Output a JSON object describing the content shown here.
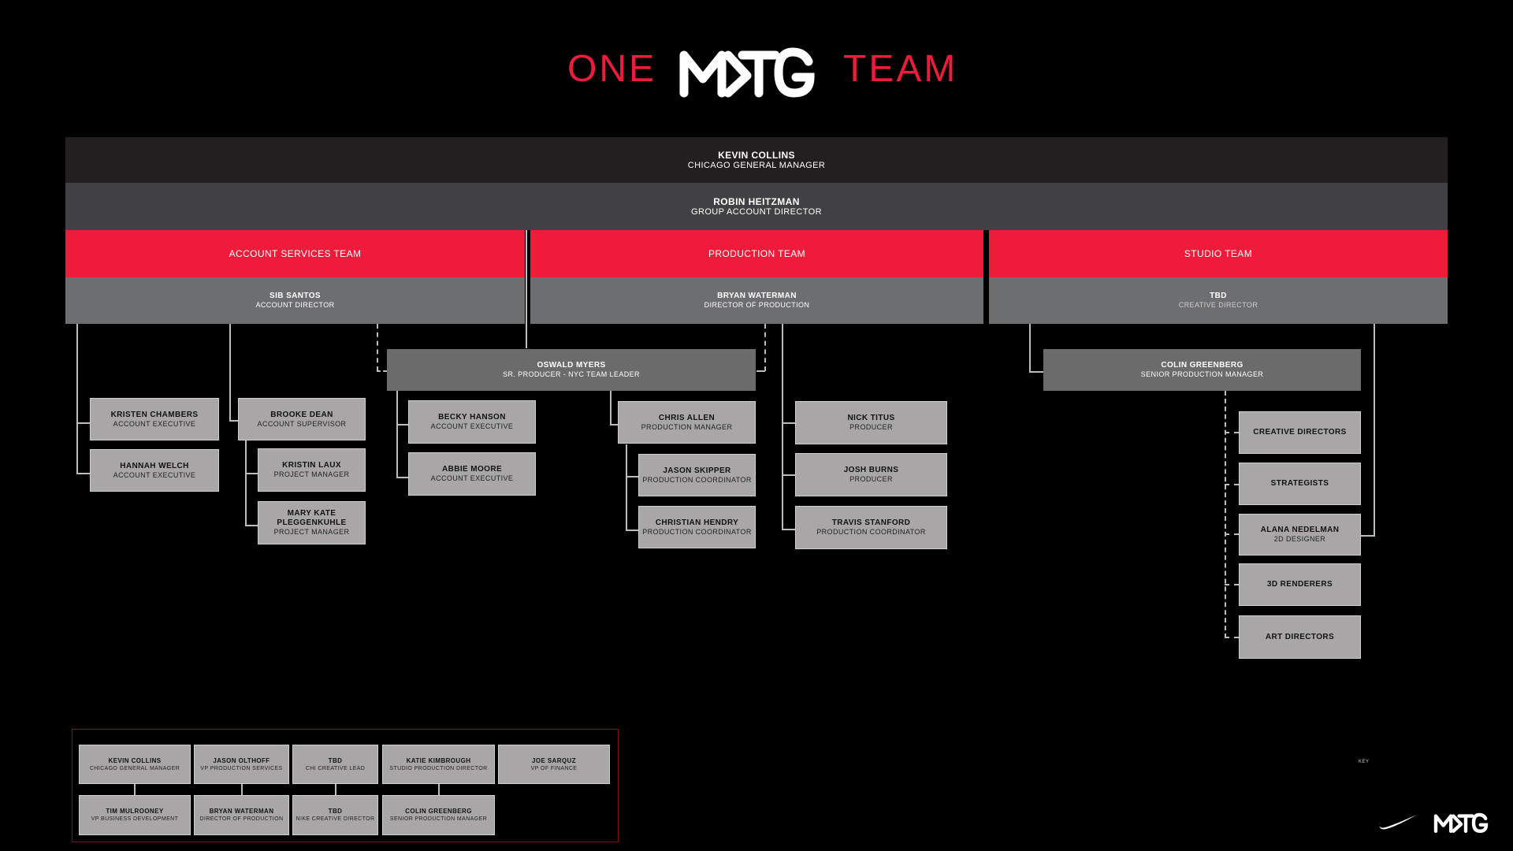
{
  "header": {
    "left": "ONE",
    "logo": "MKTG",
    "right": "TEAM"
  },
  "top": [
    {
      "name": "KEVIN COLLINS",
      "role": "CHICAGO GENERAL MANAGER"
    },
    {
      "name": "ROBIN HEITZMAN",
      "role": "GROUP ACCOUNT DIRECTOR"
    }
  ],
  "teams": [
    {
      "label": "ACCOUNT SERVICES TEAM",
      "lead": {
        "name": "SIB SANTOS",
        "role": "ACCOUNT DIRECTOR"
      }
    },
    {
      "label": "PRODUCTION TEAM",
      "lead": {
        "name": "BRYAN WATERMAN",
        "role": "DIRECTOR OF PRODUCTION"
      }
    },
    {
      "label": "STUDIO TEAM",
      "lead": {
        "name": "TBD",
        "role": "CREATIVE DIRECTOR"
      }
    }
  ],
  "account": {
    "kristen": {
      "name": "KRISTEN CHAMBERS",
      "role": "ACCOUNT EXECUTIVE"
    },
    "hannah": {
      "name": "HANNAH WELCH",
      "role": "ACCOUNT EXECUTIVE"
    },
    "brooke": {
      "name": "BROOKE DEAN",
      "role": "ACCOUNT SUPERVISOR"
    },
    "kristin": {
      "name": "KRISTIN LAUX",
      "role": "PROJECT MANAGER"
    },
    "marykate": {
      "name1": "MARY KATE",
      "name2": "PLEGGENKUHLE",
      "role": "PROJECT MANAGER"
    }
  },
  "oswald": {
    "name": "OSWALD MYERS",
    "role": "SR. PRODUCER - NYC TEAM LEADER"
  },
  "nyc": {
    "becky": {
      "name": "BECKY HANSON",
      "role": "ACCOUNT EXECUTIVE"
    },
    "abbie": {
      "name": "ABBIE MOORE",
      "role": "ACCOUNT EXECUTIVE"
    },
    "chris": {
      "name": "CHRIS ALLEN",
      "role": "PRODUCTION MANAGER"
    },
    "jason": {
      "name": "JASON SKIPPER",
      "role": "PRODUCTION COORDINATOR"
    },
    "christian": {
      "name": "CHRISTIAN HENDRY",
      "role": "PRODUCTION COORDINATOR"
    }
  },
  "production": {
    "nick": {
      "name": "NICK TITUS",
      "role": "PRODUCER"
    },
    "josh": {
      "name": "JOSH BURNS",
      "role": "PRODUCER"
    },
    "travis": {
      "name": "TRAVIS STANFORD",
      "role": "PRODUCTION COORDINATOR"
    }
  },
  "studio": {
    "colin": {
      "name": "COLIN GREENBERG",
      "role": "SENIOR PRODUCTION MANAGER"
    },
    "creative": {
      "name": "CREATIVE DIRECTORS"
    },
    "strategists": {
      "name": "STRATEGISTS"
    },
    "alana": {
      "name": "ALANA NEDELMAN",
      "role": "2D DESIGNER"
    },
    "renderers": {
      "name": "3D RENDERERS"
    },
    "art": {
      "name": "ART DIRECTORS"
    }
  },
  "legend": {
    "row1": [
      {
        "name": "KEVIN COLLINS",
        "role": "CHICAGO GENERAL MANAGER"
      },
      {
        "name": "JASON OLTHOFF",
        "role": "VP PRODUCTION SERVICES"
      },
      {
        "name": "TBD",
        "role": "CHI CREATIVE LEAD"
      },
      {
        "name": "KATIE KIMBROUGH",
        "role": "STUDIO PRODUCTION DIRECTOR"
      },
      {
        "name": "JOE SARQUZ",
        "role": "VP OF FINANCE"
      }
    ],
    "row2": [
      {
        "name": "TIM MULROONEY",
        "role": "VP BUSINESS DEVELOPMENT"
      },
      {
        "name": "BRYAN WATERMAN",
        "role": "DIRECTOR OF PRODUCTION"
      },
      {
        "name": "TBD",
        "role": "NIKE CREATIVE DIRECTOR"
      },
      {
        "name": "COLIN GREENBERG",
        "role": "SENIOR PRODUCTION MANAGER"
      }
    ]
  },
  "key": "KEY",
  "footer": {
    "logo": "MKTG"
  },
  "colors": {
    "accent": "#ee1c3a",
    "background": "#000000"
  }
}
